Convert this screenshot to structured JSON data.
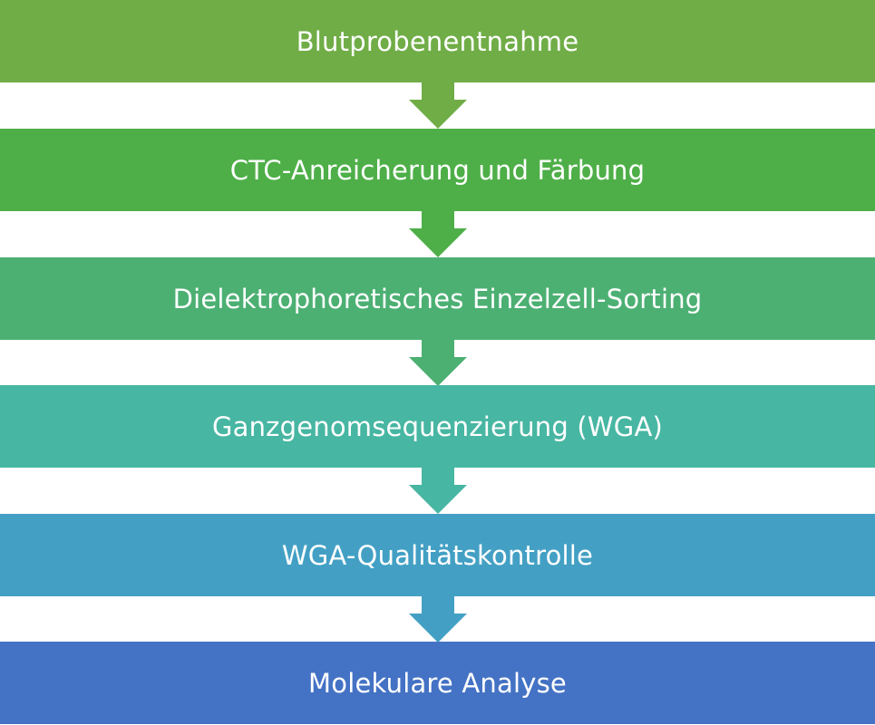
{
  "steps": [
    {
      "label": "Blutprobenentnahme",
      "color": "#70AD47"
    },
    {
      "label": "CTC-Anreicherung und Färbung",
      "color": "#4EAF48"
    },
    {
      "label": "Dielektrophoretisches Einzelzell-Sorting",
      "color": "#4CB073"
    },
    {
      "label": "Ganzgenomsequenzierung (WGA)",
      "color": "#47B6A2"
    },
    {
      "label": "WGA-Qualitätskontrolle",
      "color": "#43A0C4"
    },
    {
      "label": "Molekulare Analyse",
      "color": "#4472C4"
    }
  ],
  "arrows": [
    {
      "icon": "arrow-down-icon",
      "color": "#70AD47"
    },
    {
      "icon": "arrow-down-icon",
      "color": "#4EAF48"
    },
    {
      "icon": "arrow-down-icon",
      "color": "#4CB073"
    },
    {
      "icon": "arrow-down-icon",
      "color": "#47B6A2"
    },
    {
      "icon": "arrow-down-icon",
      "color": "#43A0C4"
    }
  ]
}
